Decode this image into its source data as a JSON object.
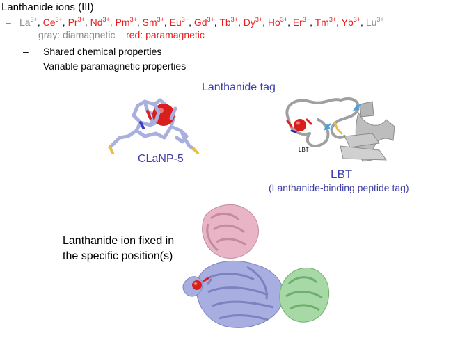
{
  "title": "Lanthanide ions (III)",
  "ions": [
    {
      "el": "La",
      "charge": "3+",
      "color": "#8c8c8c"
    },
    {
      "el": "Ce",
      "charge": "3+",
      "color": "#ee1c1c"
    },
    {
      "el": "Pr",
      "charge": "3+",
      "color": "#ee1c1c"
    },
    {
      "el": "Nd",
      "charge": "3+",
      "color": "#ee1c1c"
    },
    {
      "el": "Pm",
      "charge": "3+",
      "color": "#ee1c1c"
    },
    {
      "el": "Sm",
      "charge": "3+",
      "color": "#ee1c1c"
    },
    {
      "el": "Eu",
      "charge": "3+",
      "color": "#ee1c1c"
    },
    {
      "el": "Gd",
      "charge": "3+",
      "color": "#ee1c1c"
    },
    {
      "el": "Tb",
      "charge": "3+",
      "color": "#ee1c1c"
    },
    {
      "el": "Dy",
      "charge": "3+",
      "color": "#ee1c1c"
    },
    {
      "el": "Ho",
      "charge": "3+",
      "color": "#ee1c1c"
    },
    {
      "el": "Er",
      "charge": "3+",
      "color": "#ee1c1c"
    },
    {
      "el": "Tm",
      "charge": "3+",
      "color": "#ee1c1c"
    },
    {
      "el": "Yb",
      "charge": "3+",
      "color": "#ee1c1c"
    },
    {
      "el": "Lu",
      "charge": "3+",
      "color": "#8c8c8c"
    }
  ],
  "legend": {
    "gray_text": "gray: diamagnetic",
    "red_text": "red: paramagnetic",
    "gray_color": "#8c8c8c",
    "red_color": "#ee1c1c"
  },
  "bullets": [
    "Shared chemical properties",
    "Variable paramagnetic properties"
  ],
  "tag_heading": "Lanthanide tag",
  "clanp_label": "CLaNP-5",
  "lbt_label": "LBT",
  "lbt_inner_label": "LBT",
  "lbt_subtitle": "(Lanthanide-binding peptide tag)",
  "fixed_text_line1": "Lanthanide ion fixed in",
  "fixed_text_line2": "the specific position(s)",
  "colors": {
    "label_blue": "#3f3fa8",
    "protein_blue": "#a9aee0",
    "protein_pink": "#e8b4c6",
    "protein_green": "#a6d9a6",
    "ion_red": "#e02020",
    "sulfur": "#e8c040",
    "gray_ribbon": "#bdbdbd"
  }
}
